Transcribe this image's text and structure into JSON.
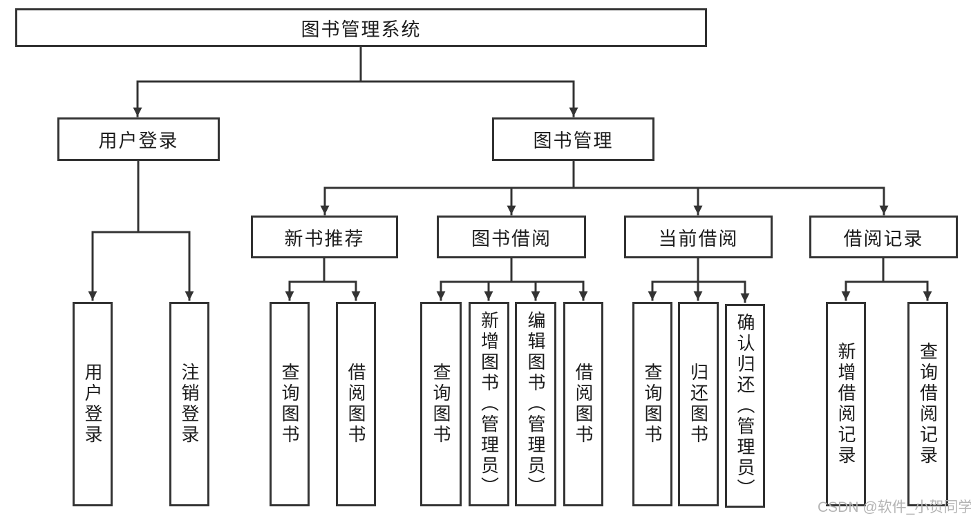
{
  "diagram": {
    "type": "hierarchy-tree",
    "title": "图书管理系统",
    "nodes": {
      "root": {
        "label": "图书管理系统"
      },
      "level2": [
        {
          "label": "用户登录"
        },
        {
          "label": "图书管理"
        }
      ],
      "level3": [
        {
          "label": "新书推荐",
          "parent": "图书管理"
        },
        {
          "label": "图书借阅",
          "parent": "图书管理"
        },
        {
          "label": "当前借阅",
          "parent": "图书管理"
        },
        {
          "label": "借阅记录",
          "parent": "图书管理"
        }
      ],
      "leaves": [
        {
          "label": "用户登录",
          "parent": "用户登录"
        },
        {
          "label": "注销登录",
          "parent": "用户登录"
        },
        {
          "label": "查询图书",
          "parent": "新书推荐"
        },
        {
          "label": "借阅图书",
          "parent": "新书推荐"
        },
        {
          "label": "查询图书",
          "parent": "图书借阅"
        },
        {
          "label": "新增图书（管理员）",
          "parent": "图书借阅"
        },
        {
          "label": "编辑图书（管理员）",
          "parent": "图书借阅"
        },
        {
          "label": "借阅图书",
          "parent": "图书借阅"
        },
        {
          "label": "查询图书",
          "parent": "当前借阅"
        },
        {
          "label": "归还图书",
          "parent": "当前借阅"
        },
        {
          "label": "确认归还（管理员）",
          "parent": "当前借阅"
        },
        {
          "label": "新增借阅记录",
          "parent": "借阅记录"
        },
        {
          "label": "查询借阅记录",
          "parent": "借阅记录"
        }
      ]
    },
    "colors": {
      "line": "#333333",
      "box_border": "#333333",
      "box_fill": "#ffffff",
      "text": "#1c1c1c",
      "background": "#ffffff",
      "watermark": "#b4b4b4"
    }
  },
  "watermark": {
    "text": "CSDN @软件_小贺同学"
  }
}
